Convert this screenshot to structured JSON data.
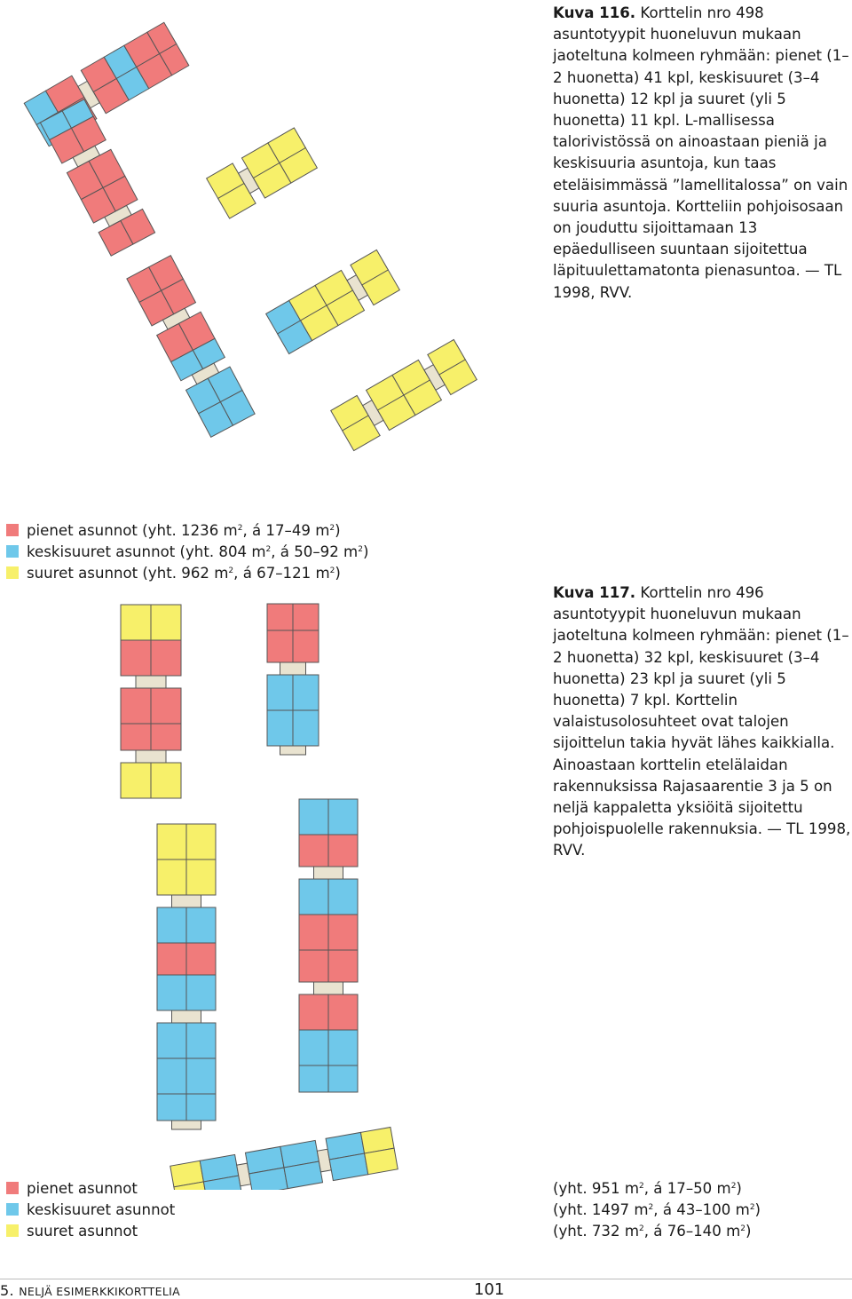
{
  "caption116": {
    "label": "Kuva 116.",
    "text": "Korttelin nro 498 asuntotyypit huoneluvun mukaan jaoteltuna kolmeen ryhmään: pienet (1–2 huonetta) 41 kpl, keskisuuret (3–4 huonetta) 12 kpl ja suuret (yli 5 huonetta) 11 kpl. L-mallisessa talorivistössä on ainoastaan pieniä ja keskisuuria asuntoja, kun taas eteläisimmässä ”lamellitalossa” on vain suuria asuntoja. Kortteliin pohjoisosaan on jouduttu sijoittamaan 13 epäedulliseen suuntaan sijoitettua läpituulettamatonta pienasuntoa. — TL 1998, RVV."
  },
  "caption117": {
    "label": "Kuva 117.",
    "text": "Korttelin nro 496 asuntotyypit huoneluvun mukaan jaoteltuna kolmeen ryhmään: pienet (1–2 huonetta) 32 kpl, keskisuuret (3–4 huonetta) 23 kpl ja suuret (yli 5 huonetta) 7 kpl. Korttelin valaistusolosuhteet ovat talojen sijoittelun takia hyvät lähes kaikkialla. Ainoastaan korttelin etelälaidan rakennuksissa Rajasaarentie 3 ja 5 on neljä kappaletta yksiöitä sijoitettu pohjoispuolelle rakennuksia. — TL 1998, RVV."
  },
  "legend1": {
    "small": {
      "pre": "pienet asunnot (yht. 1236 m",
      "mid": ", á 17–49 m",
      "post": ")"
    },
    "medium": {
      "pre": "keskisuuret asunnot (yht. 804 m",
      "mid": ", á 50–92 m",
      "post": ")"
    },
    "large": {
      "pre": "suuret asunnot (yht. 962 m",
      "mid": ", á 67–121 m",
      "post": ")"
    },
    "sup": "2"
  },
  "legend2": {
    "small": "pienet asunnot",
    "medium": "keskisuuret asunnot",
    "large": "suuret asunnot",
    "small_val": {
      "pre": "(yht. 951 m",
      "mid": ", á 17–50 m",
      "post": ")"
    },
    "medium_val": {
      "pre": "(yht. 1497 m",
      "mid": ", á 43–100 m",
      "post": ")"
    },
    "large_val": {
      "pre": "(yht. 732 m",
      "mid": ", á 76–140 m",
      "post": ")"
    },
    "sup": "2"
  },
  "colors": {
    "small": "#f07b7b",
    "medium": "#6fc8ea",
    "large": "#f7f06a",
    "stair": "#e9e3d0",
    "wall": "#555555"
  },
  "footer": {
    "section_num": "5.",
    "section_title": "NELJÄ ESIMERKKIKORTTELIA",
    "page": "101"
  }
}
